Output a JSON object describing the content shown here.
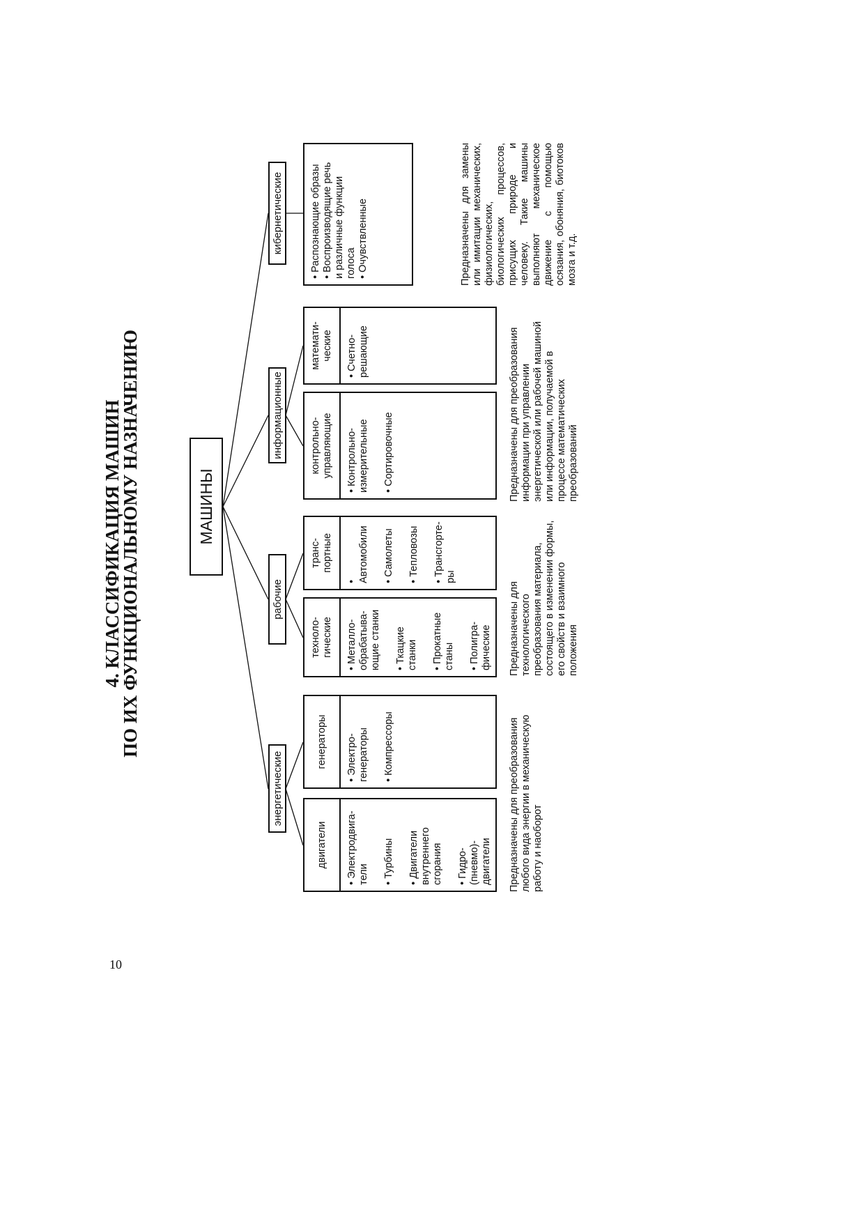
{
  "page_number": "10",
  "title": {
    "line1": "4. КЛАССИФИКАЦИЯ МАШИН",
    "line2": "ПО ИХ ФУНКЦИОНАЛЬНОМУ НАЗНАЧЕНИЮ"
  },
  "root": "МАШИНЫ",
  "groups": [
    {
      "label": "энергетические",
      "subs": [
        {
          "header": "двигатели",
          "items": [
            "Электродвига-\nтели",
            "Турбины",
            "Двигатели\nвнутреннего\nсгорания",
            "Гидро- (пневмо)-\nдвигатели"
          ]
        },
        {
          "header": "генераторы",
          "items": [
            "Электро-\nгенераторы",
            "Компрессоры"
          ]
        }
      ],
      "description": "Предназначены для преобразования любого вида энергии в механическую работу и наоборот"
    },
    {
      "label": "рабочие",
      "subs": [
        {
          "header": "техноло-\nгические",
          "items": [
            "Металло-\nобрабатыва-\nющие станки",
            "Ткацкие\nстанки",
            "Прокатные\nстаны",
            "Полигра-\nфические"
          ]
        },
        {
          "header": "транс-\nпортные",
          "items": [
            "Автомобили",
            "Самолеты",
            "Тепловозы",
            "Трансгорте-\nры"
          ]
        }
      ],
      "description": "Предназначены для технологического преобразования материала, состоящего в изменении формы, его свойств и взаимного положения"
    },
    {
      "label": "информационные",
      "subs": [
        {
          "header": "контрольно-\nуправляющие",
          "items": [
            "Контрольно-\nизмерительные",
            "Сортировочные"
          ]
        },
        {
          "header": "математи-\nческие",
          "items": [
            "Счетно-\nрешающие"
          ]
        }
      ],
      "description": "Предназначены для преобразования информации при управлении энергетической или рабочей машиной или информации, получаемой в процессе математических преобразований"
    },
    {
      "label": "кибернетические",
      "items": [
        "Распознающие образы",
        "Воспроизводящие речь\n  и различные функции\n  голоса",
        "Очувствленные"
      ],
      "description": "Предназначены для замены или имитации механических, физиологических, биологических процессов, присущих природе и человеку. Такие машины выполняют механическое движение с помощью осязания, обоняния, биотоков мозга и т.д."
    }
  ]
}
